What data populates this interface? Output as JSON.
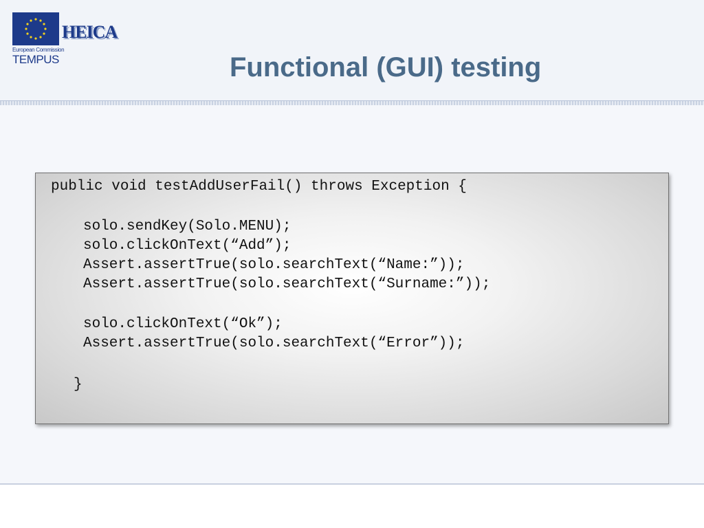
{
  "logo": {
    "brand": "HEICA",
    "ec_label": "European Commission",
    "tempus": "TEMPUS",
    "flag_color": "#1d3a8a",
    "star_color": "#f2d21e"
  },
  "slide": {
    "title": "Functional (GUI) testing"
  },
  "code": {
    "lines": [
      "public void testAddUserFail() throws Exception {",
      "solo.sendKey(Solo.MENU);",
      "solo.clickOnText(“Add”);",
      "Assert.assertTrue(solo.searchText(“Name:”));",
      "Assert.assertTrue(solo.searchText(“Surname:”));",
      "solo.clickOnText(“Ok”);",
      "Assert.assertTrue(solo.searchText(“Error”));",
      "}"
    ]
  }
}
